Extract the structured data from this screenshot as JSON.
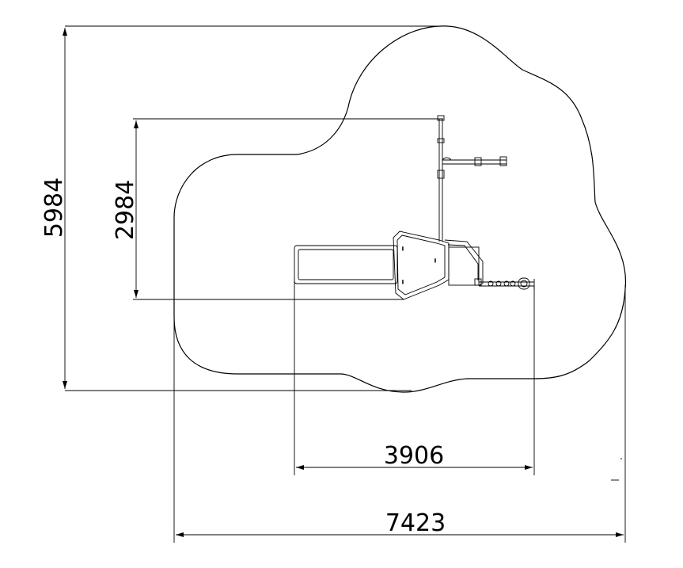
{
  "dimensions": {
    "total_height": "5984",
    "structure_height": "2984",
    "structure_width": "3906",
    "total_width": "7423"
  },
  "colors": {
    "line": "#000000",
    "background": "#ffffff"
  }
}
